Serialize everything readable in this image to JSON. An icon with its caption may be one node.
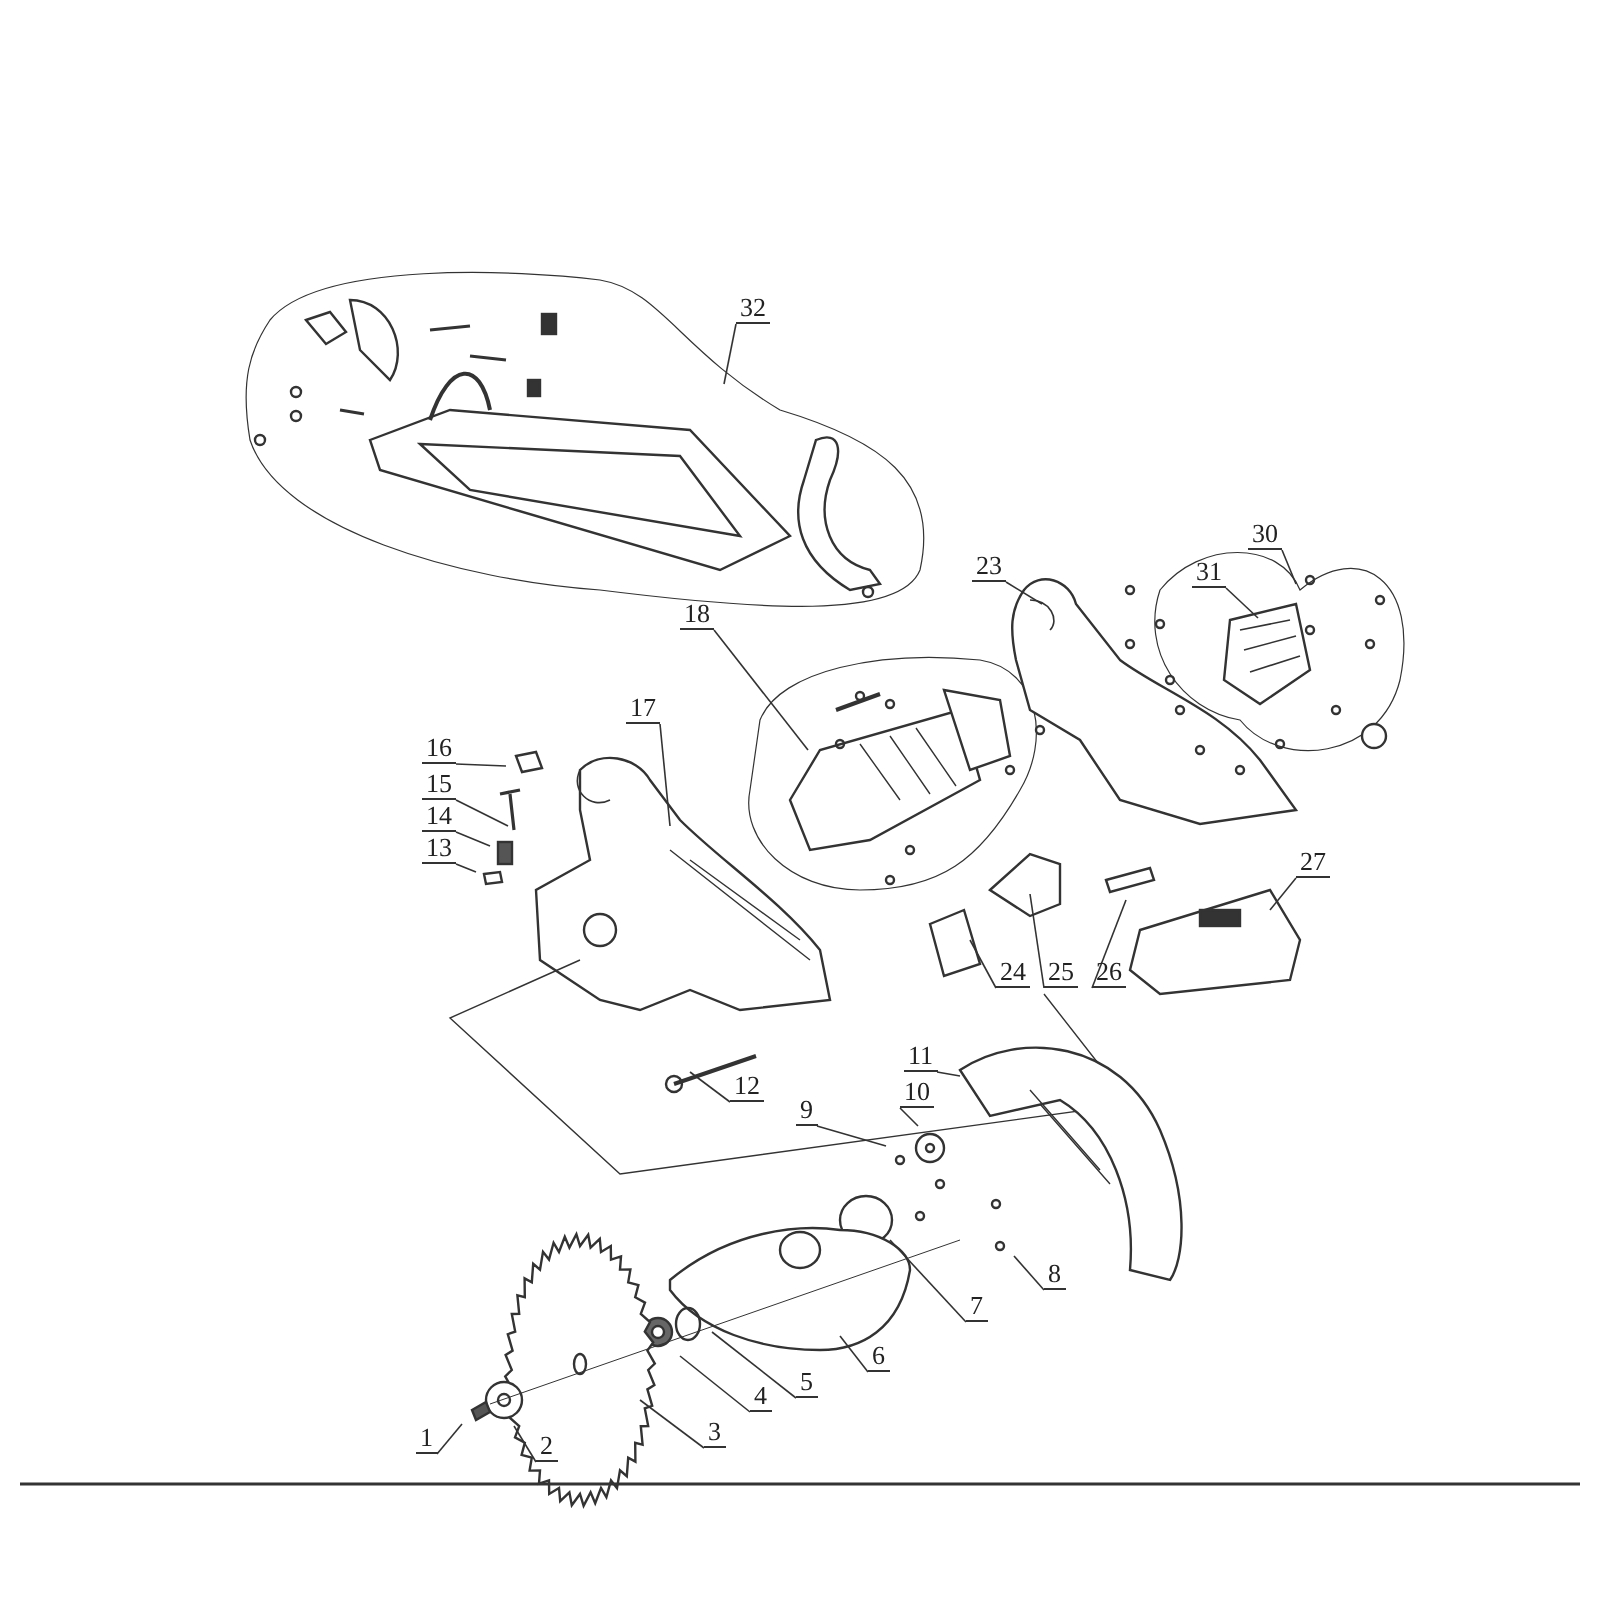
{
  "diagram": {
    "nodes": [
      {
        "text": [
          "32"
        ]
      },
      {
        "text": [
          "31"
        ]
      },
      {
        "text": [
          "30"
        ]
      },
      {
        "text": [
          "23"
        ]
      },
      {
        "text": [
          "18"
        ]
      },
      {
        "text": [
          "17"
        ]
      },
      {
        "text": [
          "16"
        ]
      },
      {
        "text": [
          "15"
        ]
      },
      {
        "text": [
          "14"
        ]
      },
      {
        "text": [
          "13"
        ]
      },
      {
        "text": [
          "27"
        ]
      },
      {
        "text": [
          "24"
        ]
      },
      {
        "text": [
          "25"
        ]
      },
      {
        "text": [
          "26"
        ]
      },
      {
        "text": [
          "12"
        ]
      },
      {
        "text": [
          "11"
        ]
      },
      {
        "text": [
          "10"
        ]
      },
      {
        "text": [
          "9"
        ]
      },
      {
        "text": [
          "8"
        ]
      },
      {
        "text": [
          "7"
        ]
      },
      {
        "text": [
          "6"
        ]
      },
      {
        "text": [
          "5"
        ]
      },
      {
        "text": [
          "4"
        ]
      },
      {
        "text": [
          "3"
        ]
      },
      {
        "text": [
          "1"
        ]
      },
      {
        "text": [
          "2"
        ]
      }
    ],
    "edges": [
      {
        "from": 0,
        "to": null,
        "arrow": "none"
      },
      {
        "from": 1,
        "to": null,
        "arrow": "none"
      },
      {
        "from": 2,
        "to": null,
        "arrow": "none"
      },
      {
        "from": 3,
        "to": null,
        "arrow": "none"
      },
      {
        "from": 4,
        "to": null,
        "arrow": "none"
      },
      {
        "from": 5,
        "to": null,
        "arrow": "none"
      },
      {
        "from": 6,
        "to": null,
        "arrow": "none"
      },
      {
        "from": 7,
        "to": null,
        "arrow": "none"
      },
      {
        "from": 8,
        "to": null,
        "arrow": "none"
      },
      {
        "from": 9,
        "to": null,
        "arrow": "none"
      },
      {
        "from": 10,
        "to": null,
        "arrow": "none"
      },
      {
        "from": 11,
        "to": null,
        "arrow": "none"
      },
      {
        "from": 12,
        "to": null,
        "arrow": "none"
      },
      {
        "from": 13,
        "to": null,
        "arrow": "none"
      },
      {
        "from": 14,
        "to": null,
        "arrow": "none"
      },
      {
        "from": 15,
        "to": null,
        "arrow": "none"
      },
      {
        "from": 16,
        "to": null,
        "arrow": "none"
      },
      {
        "from": 17,
        "to": null,
        "arrow": "none"
      },
      {
        "from": 18,
        "to": null,
        "arrow": "none"
      },
      {
        "from": 19,
        "to": null,
        "arrow": "none"
      },
      {
        "from": 20,
        "to": null,
        "arrow": "none"
      },
      {
        "from": 21,
        "to": null,
        "arrow": "none"
      },
      {
        "from": 22,
        "to": null,
        "arrow": "none"
      },
      {
        "from": 23,
        "to": null,
        "arrow": "none"
      },
      {
        "from": 24,
        "to": null,
        "arrow": "none"
      },
      {
        "from": 25,
        "to": null,
        "arrow": "none"
      }
    ]
  }
}
